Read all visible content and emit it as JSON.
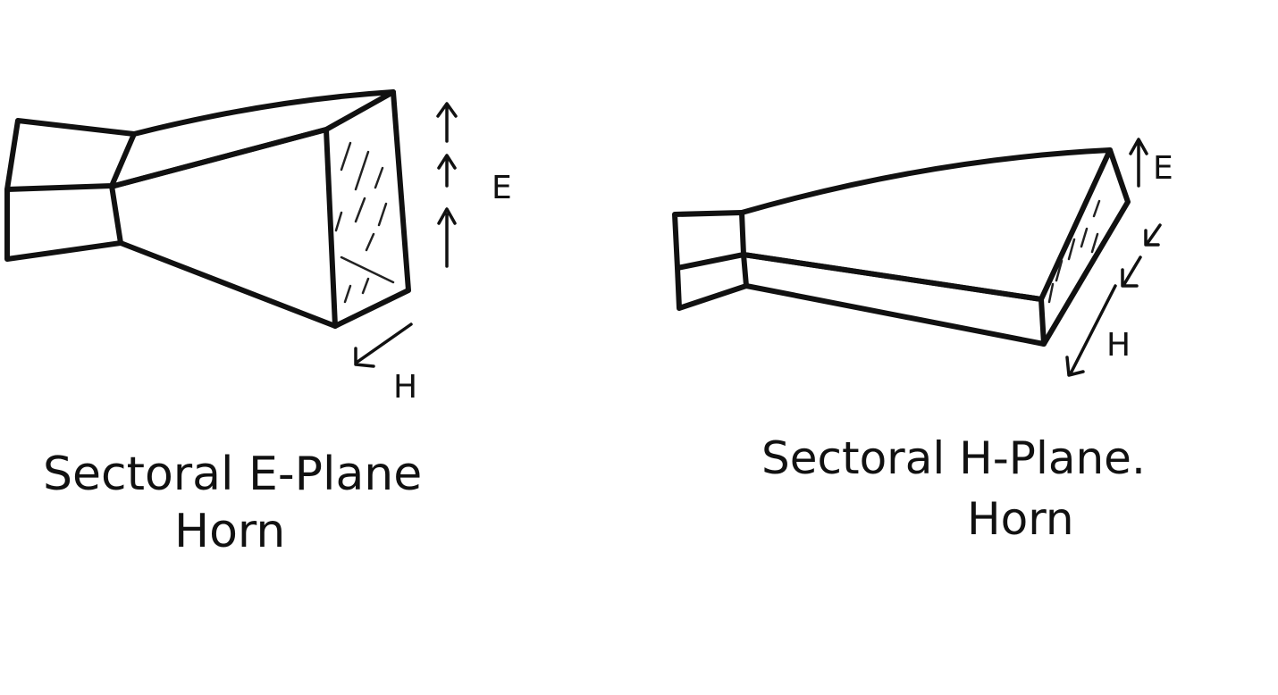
{
  "diagrams": [
    {
      "caption_line1": "Sectoral E-Plane",
      "caption_line2": "Horn",
      "e_label": "E",
      "h_label": "H"
    },
    {
      "caption_line1": "Sectoral H-Plane.",
      "caption_line2": "Horn",
      "e_label": "E",
      "h_label": "H"
    }
  ]
}
